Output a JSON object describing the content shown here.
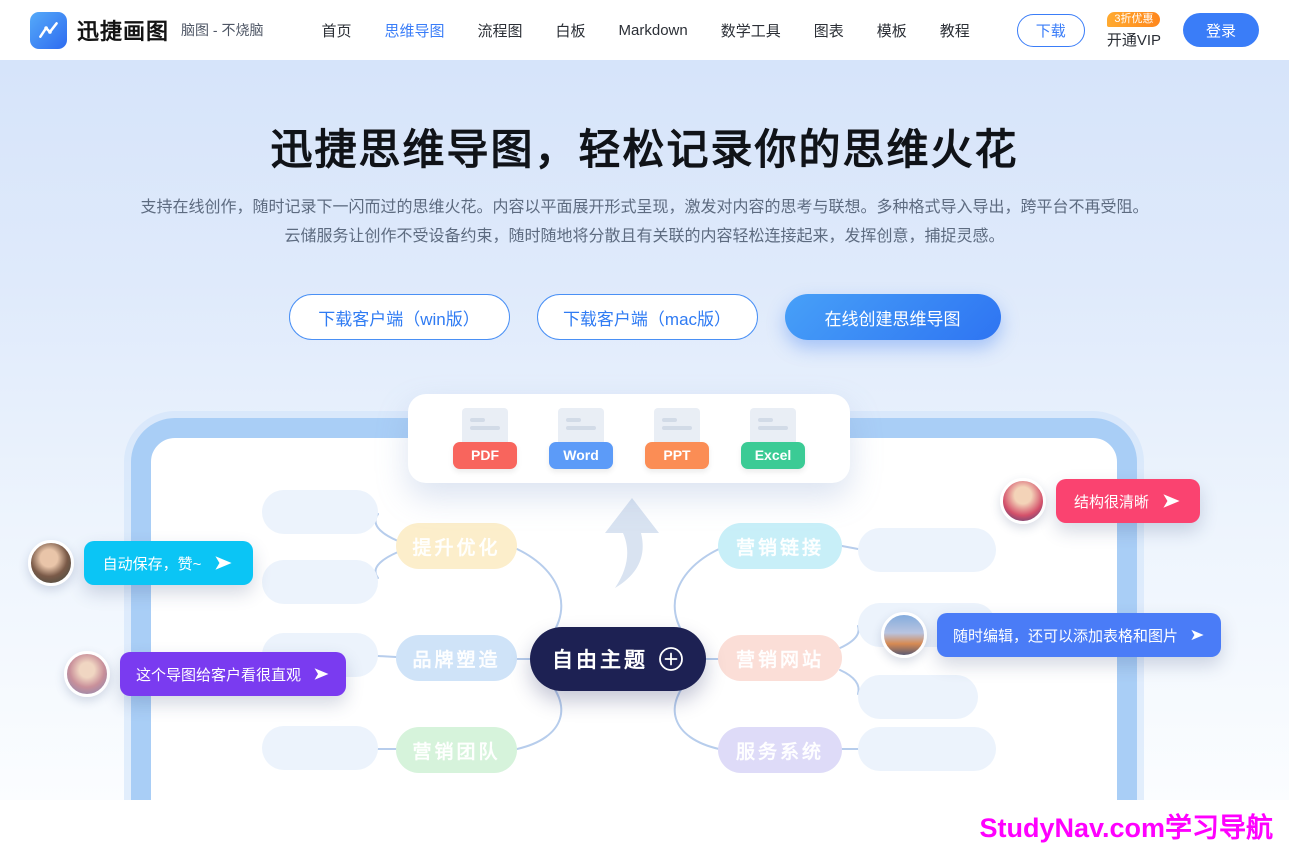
{
  "header": {
    "brand": "迅捷画图",
    "tagline": "脑图 - 不烧脑",
    "accent_color": "#3a7df8",
    "nav": {
      "items": [
        {
          "label": "首页",
          "active": false
        },
        {
          "label": "思维导图",
          "active": true
        },
        {
          "label": "流程图",
          "active": false
        },
        {
          "label": "白板",
          "active": false
        },
        {
          "label": "Markdown",
          "active": false
        },
        {
          "label": "数学工具",
          "active": false
        },
        {
          "label": "图表",
          "active": false
        },
        {
          "label": "模板",
          "active": false
        },
        {
          "label": "教程",
          "active": false
        }
      ]
    },
    "download_label": "下载",
    "vip_badge": "3折优惠",
    "vip_label": "开通VIP",
    "login_label": "登录"
  },
  "hero": {
    "title": "迅捷思维导图，轻松记录你的思维火花",
    "description_line1": "支持在线创作，随时记录下一闪而过的思维火花。内容以平面展开形式呈现，激发对内容的思考与联想。多种格式导入导出，跨平台不再受阻。",
    "description_line2": "云储服务让创作不受设备约束，随时随地将分散且有关联的内容轻松连接起来，发挥创意，捕捉灵感。",
    "buttons": {
      "win": "下载客户端（win版）",
      "mac": "下载客户端（mac版）",
      "online": "在线创建思维导图"
    }
  },
  "formats": {
    "items": [
      {
        "label": "PDF",
        "color": "#f8655d"
      },
      {
        "label": "Word",
        "color": "#5c9bf8"
      },
      {
        "label": "PPT",
        "color": "#fb8d55"
      },
      {
        "label": "Excel",
        "color": "#3bcb95"
      }
    ]
  },
  "mindmap": {
    "center": {
      "label": "自由主题",
      "color": "#1d2153"
    },
    "left_branches": [
      {
        "label": "提升优化",
        "color": "#fceecb"
      },
      {
        "label": "品牌塑造",
        "color": "#cfe3f8"
      },
      {
        "label": "营销团队",
        "color": "#d6f3db"
      }
    ],
    "right_branches": [
      {
        "label": "营销链接",
        "color": "#c8eff8"
      },
      {
        "label": "营销网站",
        "color": "#fbded7"
      },
      {
        "label": "服务系统",
        "color": "#dedbf8"
      }
    ]
  },
  "bubbles": [
    {
      "text": "自动保存，赞~",
      "color": "#0bc5f5"
    },
    {
      "text": "这个导图给客户看很直观",
      "color": "#7a3bf0"
    },
    {
      "text": "结构很清晰",
      "color": "#fa4370"
    },
    {
      "text": "随时编辑，还可以添加表格和图片",
      "color": "#4a7cf7"
    }
  ],
  "watermark": {
    "text": "StudyNav.com学习导航",
    "color": "#ff00ff"
  }
}
